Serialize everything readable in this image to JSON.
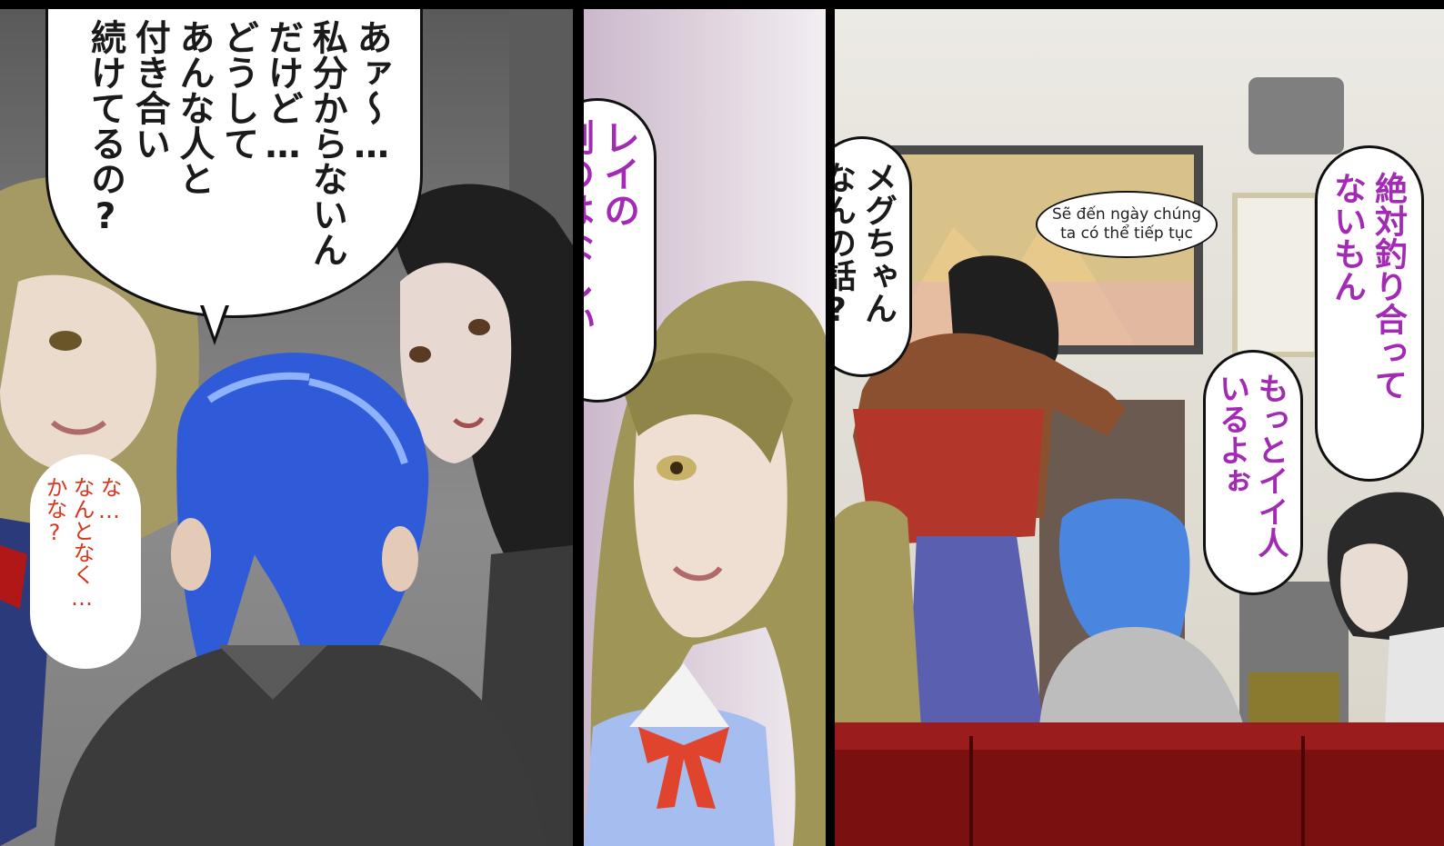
{
  "panel_left": {
    "speech_main": "あァ〜…\n私分からないん\nだけど…\nどうして\nあんな人と\n付き合い\n続けてるの?",
    "speech_whisper": "な…\nなんとなく…\nかな?"
  },
  "panel_middle": {
    "speech": "レイの\n例のはなしぃ"
  },
  "panel_right": {
    "speech_question": "メグちゃん\nなんの話?",
    "speech_translation": "Sẽ đến ngày chúng ta có thể tiếp tục",
    "speech_top_right": "絶対釣り合って\nないもん",
    "speech_lower_right": "もっとイイ人\nいるよぉ"
  },
  "colors": {
    "text_dark": "#1a1a1a",
    "text_purple": "#a32ab4",
    "text_red": "#d9361c",
    "hair_blue": "#2f5bd8",
    "hair_blonde": "#a79a5a",
    "hair_black": "#1e1e1e",
    "sofa_red": "#7a1010"
  }
}
